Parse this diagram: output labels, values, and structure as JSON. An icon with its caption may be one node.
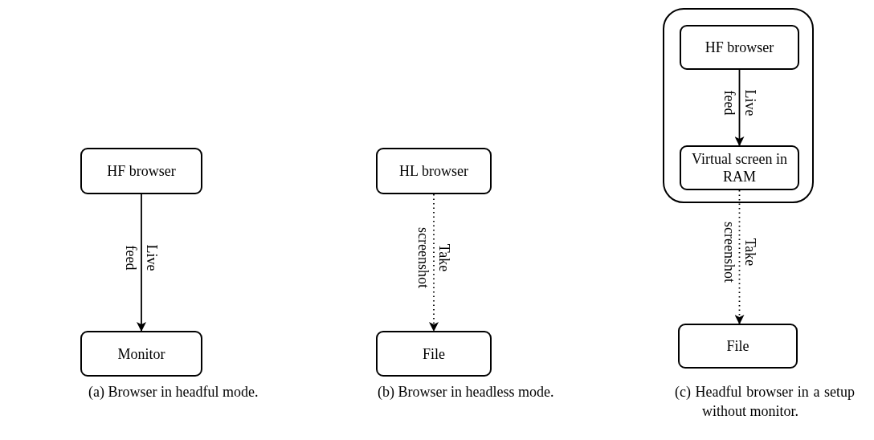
{
  "diagram": {
    "nodes": [
      {
        "text": [
          "HF browser"
        ]
      },
      {
        "text": [
          "Monitor"
        ]
      },
      {
        "text": [
          "HL browser"
        ]
      },
      {
        "text": [
          "File"
        ]
      },
      {
        "text": [],
        "shape": "box"
      },
      {
        "text": [
          "HF browser"
        ],
        "in": 4
      },
      {
        "text": [
          "Virtual screen in RAM"
        ],
        "in": 4
      },
      {
        "text": [
          "File"
        ]
      }
    ],
    "edges": [
      {
        "from": 0,
        "to": 1,
        "arrow": "to",
        "label": "Live feed"
      },
      {
        "from": 2,
        "to": 3,
        "arrow": "to",
        "label": "Take screenshot",
        "style": "dashed"
      },
      {
        "from": 5,
        "to": 6,
        "arrow": "to",
        "label": "Live feed"
      },
      {
        "from": 6,
        "to": 7,
        "arrow": "to",
        "label": "Take screenshot",
        "style": "dashed"
      }
    ],
    "labels": [
      "(a) Browser in headful mode.",
      "(b) Browser in headless mode.",
      "(c) Headful browser in a setup without monitor."
    ]
  }
}
